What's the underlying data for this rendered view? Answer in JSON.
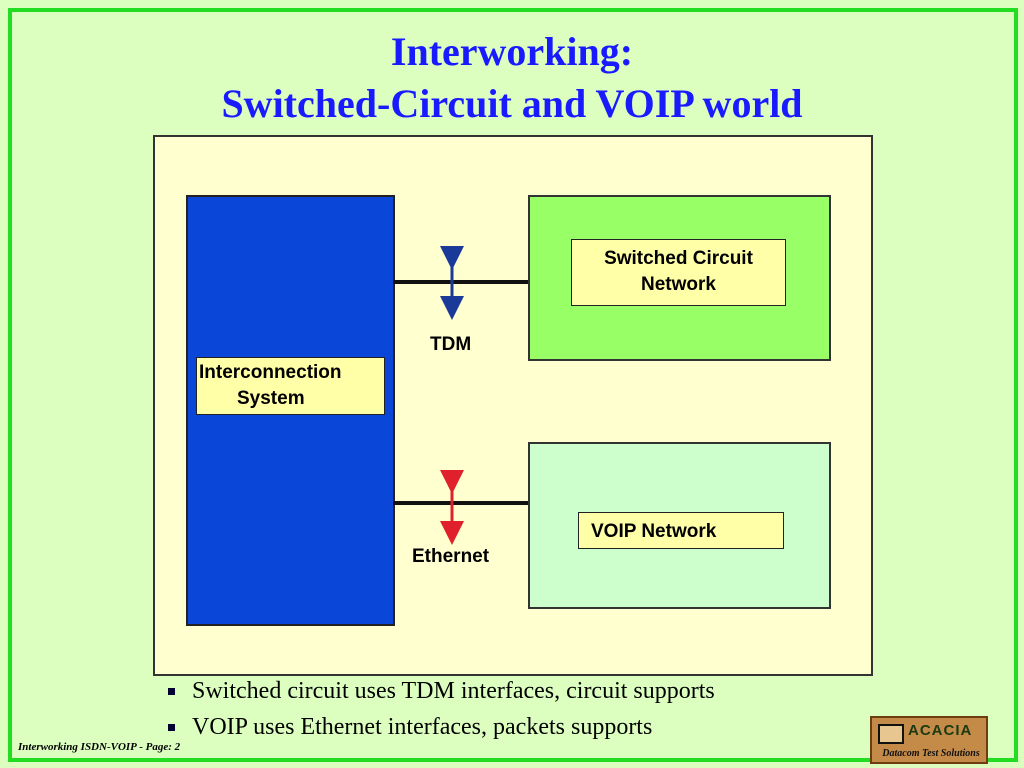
{
  "title": {
    "line1": "Interworking:",
    "line2": "Switched-Circuit and VOIP world"
  },
  "diagram": {
    "switched_circuit_label_line1": "Switched Circuit",
    "switched_circuit_label_line2": "Network",
    "interconnection_label_line1": "Interconnection",
    "interconnection_label_line2": "System",
    "voip_label": "VOIP Network",
    "tdm_label": "TDM",
    "ethernet_label": "Ethernet",
    "colors": {
      "interconnection_box": "#0a46d8",
      "switched_circuit_box": "#99ff66",
      "voip_box": "#ccffcc",
      "tdm_arrow": "#1a3a9a",
      "ethernet_arrow": "#e0202a"
    }
  },
  "bullets": [
    "Switched circuit uses TDM interfaces, circuit supports",
    "VOIP uses Ethernet interfaces, packets supports"
  ],
  "footer": "Interworking ISDN-VOIP - Page: 2",
  "logo": {
    "name": "ACACIA",
    "tagline": "Datacom Test Solutions"
  }
}
